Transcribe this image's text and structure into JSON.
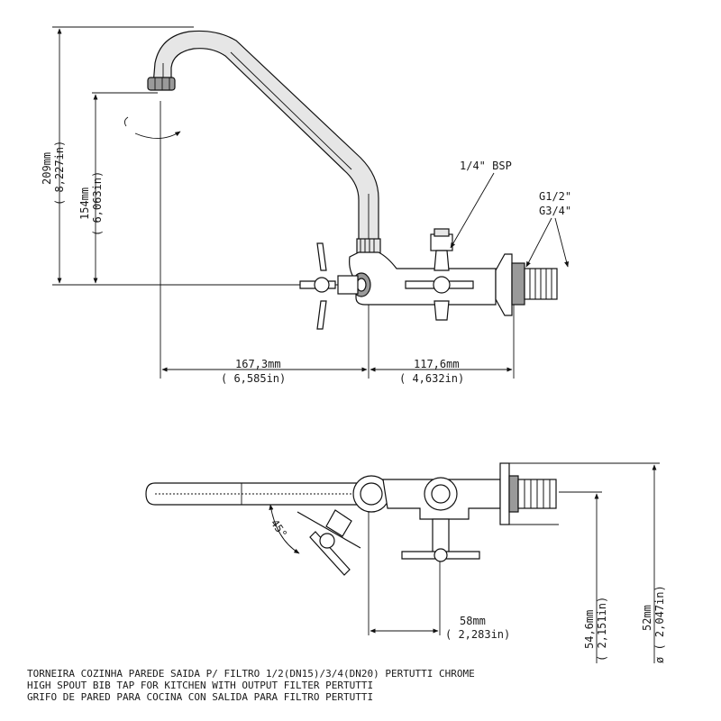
{
  "dimensions": {
    "height_total": {
      "mm": "209mm",
      "inch": "( 8,227in)"
    },
    "height_spout": {
      "mm": "154mm",
      "inch": "( 6,063in)"
    },
    "reach": {
      "mm": "167,3mm",
      "inch": "( 6,585in)"
    },
    "body_length": {
      "mm": "117,6mm",
      "inch": "( 4,632in)"
    },
    "angle": "45°",
    "offset": {
      "mm": "58mm",
      "inch": "( 2,283in)"
    },
    "depth": {
      "mm": "54,6mm",
      "inch": "( 2,151in)"
    },
    "flange_diameter": {
      "mm": "52mm",
      "inch": "ø ( 2,047in)"
    }
  },
  "callouts": {
    "thread_top": "1/4\" BSP",
    "thread_inlet_1": "G1/2\"",
    "thread_inlet_2": "G3/4\""
  },
  "caption": {
    "line_pt": "TORNEIRA COZINHA PAREDE SAIDA P/ FILTRO 1/2(DN15)/3/4(DN20) PERTUTTI CHROME",
    "line_en": "HIGH SPOUT BIB TAP FOR KITCHEN WITH OUTPUT FILTER PERTUTTI",
    "line_es": "GRIFO DE PARED PARA COCINA CON SALIDA PARA FILTRO PERTUTTI"
  }
}
